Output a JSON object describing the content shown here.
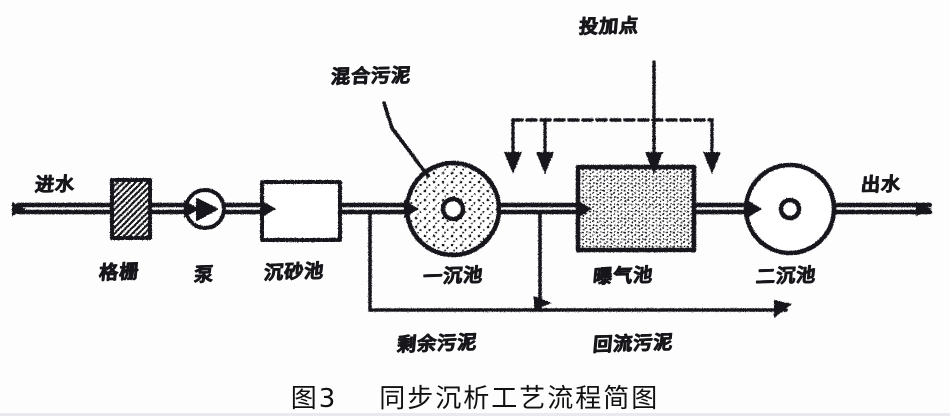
{
  "figure": {
    "caption_number": "图3",
    "caption_text": "同步沉析工艺流程简图",
    "type": "process-flow-diagram",
    "style": "hand-drawn scanned line art",
    "ink_color": "#17171b",
    "paper_color": "#fdfdfe"
  },
  "labels": {
    "influent": "进水",
    "effluent": "出水",
    "screen": "格栅",
    "pump": "泵",
    "grit_chamber": "沉砂池",
    "primary_clarifier": "一沉池",
    "aeration_tank": "曝气池",
    "secondary_clarifier": "二沉池",
    "mixed_sludge": "混合污泥",
    "dosing_point": "投加点",
    "excess_sludge": "剩余污泥",
    "return_sludge": "回流污泥"
  },
  "units": [
    {
      "id": "screen",
      "label": "格栅",
      "shape": "hatched-square"
    },
    {
      "id": "pump",
      "label": "泵",
      "shape": "circle-with-triangle"
    },
    {
      "id": "grit-chamber",
      "label": "沉砂池",
      "shape": "rectangle"
    },
    {
      "id": "primary-clarifier",
      "label": "一沉池",
      "shape": "stippled-circle"
    },
    {
      "id": "aeration-tank",
      "label": "曝气池",
      "shape": "stippled-rectangle"
    },
    {
      "id": "secondary-clarifier",
      "label": "二沉池",
      "shape": "circle"
    }
  ],
  "streams": [
    {
      "id": "influent-line",
      "label": "进水",
      "direction": "right"
    },
    {
      "id": "effluent-line",
      "label": "出水",
      "direction": "right"
    },
    {
      "id": "mixed-sludge-line",
      "label": "混合污泥",
      "direction": "down-right"
    },
    {
      "id": "excess-sludge-line",
      "label": "剩余污泥",
      "direction": "down-right"
    },
    {
      "id": "return-sludge-line",
      "label": "回流污泥",
      "direction": "left"
    },
    {
      "id": "dosing-manifold",
      "label": "投加点",
      "direction": "down",
      "branches": 4
    }
  ]
}
